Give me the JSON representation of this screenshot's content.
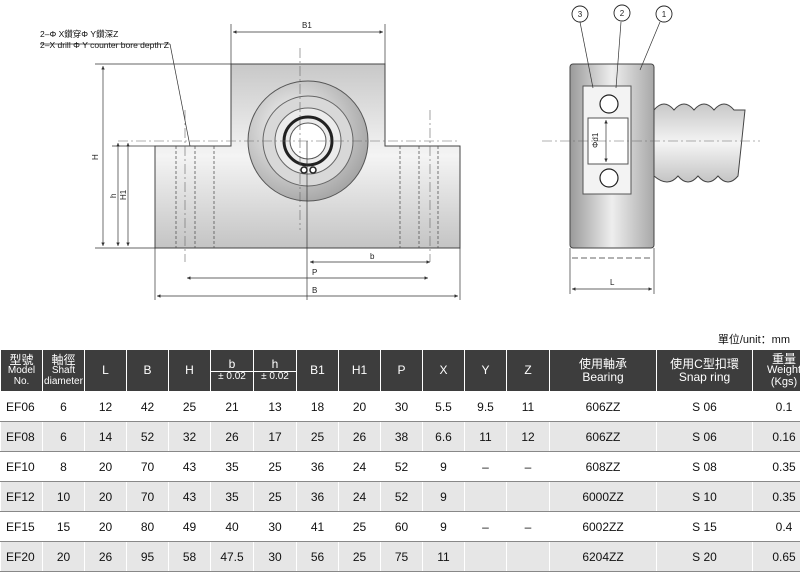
{
  "drawing": {
    "note_line1": "2–Φ X鑽穿Φ Y鑽深Z",
    "note_line2": "2–X drill Φ Y counter bore depth Z",
    "labels": {
      "B1": "B1",
      "H": "H",
      "h": "h",
      "H1": "H1",
      "b": "b",
      "P": "P",
      "B": "B",
      "d1": "Φd1",
      "L": "L",
      "one": "1",
      "two": "2",
      "three": "3"
    }
  },
  "unit_label": "單位/unit：mm",
  "table": {
    "headers": [
      {
        "main": "型號",
        "sub": "Model No."
      },
      {
        "main": "軸徑",
        "sub": "Shaft diameter"
      },
      {
        "main": "L",
        "sub": ""
      },
      {
        "main": "B",
        "sub": ""
      },
      {
        "main": "H",
        "sub": ""
      },
      {
        "main": "b",
        "sub": "± 0.02"
      },
      {
        "main": "h",
        "sub": "± 0.02"
      },
      {
        "main": "B1",
        "sub": ""
      },
      {
        "main": "H1",
        "sub": ""
      },
      {
        "main": "P",
        "sub": ""
      },
      {
        "main": "X",
        "sub": ""
      },
      {
        "main": "Y",
        "sub": ""
      },
      {
        "main": "Z",
        "sub": ""
      },
      {
        "main": "使用軸承",
        "sub": "Bearing"
      },
      {
        "main": "使用C型扣環",
        "sub": "Snap ring"
      },
      {
        "main": "重量",
        "sub": "Weight (Kgs)"
      }
    ],
    "rows": [
      [
        "EF06",
        "6",
        "12",
        "42",
        "25",
        "21",
        "13",
        "18",
        "20",
        "30",
        "5.5",
        "9.5",
        "11",
        "606ZZ",
        "S 06",
        "0.1"
      ],
      [
        "EF08",
        "6",
        "14",
        "52",
        "32",
        "26",
        "17",
        "25",
        "26",
        "38",
        "6.6",
        "11",
        "12",
        "606ZZ",
        "S 06",
        "0.16"
      ],
      [
        "EF10",
        "8",
        "20",
        "70",
        "43",
        "35",
        "25",
        "36",
        "24",
        "52",
        "9",
        "–",
        "–",
        "608ZZ",
        "S 08",
        "0.35"
      ],
      [
        "EF12",
        "10",
        "20",
        "70",
        "43",
        "35",
        "25",
        "36",
        "24",
        "52",
        "9",
        "",
        "",
        "6000ZZ",
        "S 10",
        "0.35"
      ],
      [
        "EF15",
        "15",
        "20",
        "80",
        "49",
        "40",
        "30",
        "41",
        "25",
        "60",
        "9",
        "–",
        "–",
        "6002ZZ",
        "S 15",
        "0.4"
      ],
      [
        "EF20",
        "20",
        "26",
        "95",
        "58",
        "47.5",
        "30",
        "56",
        "25",
        "75",
        "11",
        "",
        "",
        "6204ZZ",
        "S 20",
        "0.65"
      ]
    ]
  }
}
